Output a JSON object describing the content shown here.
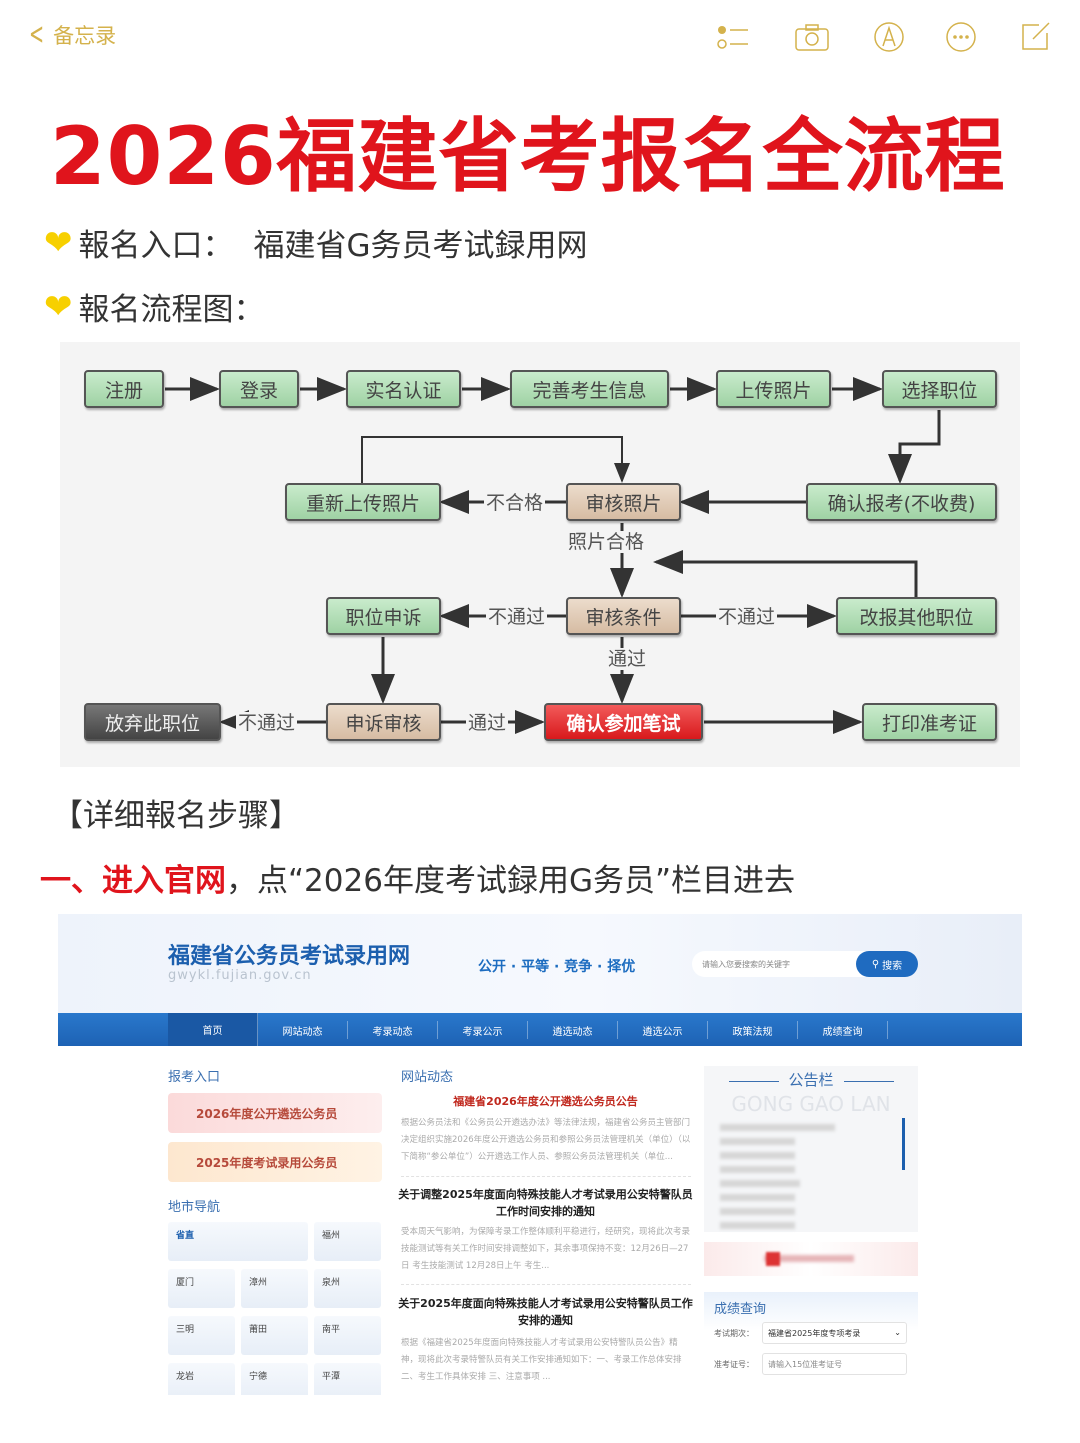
{
  "topbar": {
    "back_label": "备忘录",
    "icons": [
      "checklist-icon",
      "camera-icon",
      "markup-pen-icon",
      "more-icon",
      "compose-icon"
    ]
  },
  "colors": {
    "accent": "#d4b24c",
    "title_red": "#e0141c",
    "heart": "#f7d000"
  },
  "title": "2026福建省考报名全流程",
  "entry": {
    "icon": "yellow-heart",
    "label": "報名入口：",
    "value": "福建省G务员考试録用网"
  },
  "flow_heading": {
    "icon": "yellow-heart",
    "label": "報名流程图："
  },
  "flowchart": {
    "row1": [
      "注册",
      "登录",
      "实名认证",
      "完善考生信息",
      "上传照片",
      "选择职位"
    ],
    "reupload": "重新上传照片",
    "review_photo": "审核照片",
    "confirm_apply": "确认报考(不收费)",
    "appeal": "职位申诉",
    "review_cond": "审核条件",
    "change_position": "改报其他职位",
    "give_up": "放弃此职位",
    "appeal_review": "申诉审核",
    "confirm_exam": "确认参加笔试",
    "print_ticket": "打印准考证",
    "labels": {
      "fail": "不合格",
      "photo_ok": "照片合格",
      "not_pass": "不通过",
      "pass": "通过"
    }
  },
  "detail_heading": "【详细報名步骤】",
  "step1": {
    "num": "一、",
    "red": "进入官网",
    "rest": "，点“2026年度考试録用G务员”栏目进去"
  },
  "site": {
    "logo": "福建省公务员考试录用网",
    "url": "gwykl.fujian.gov.cn",
    "slogan": "公开 · 平等 · 竞争 · 择优",
    "search_placeholder": "请输入您要搜索的关键字",
    "search_btn": "搜索",
    "nav": [
      "首页",
      "网站动态",
      "考录动态",
      "考录公示",
      "遴选动态",
      "遴选公示",
      "政策法规",
      "成绩查询"
    ],
    "entry_title": "报考入口",
    "cards": [
      "2026年度公开遴选公务员",
      "2025年度考试录用公务员"
    ],
    "city_title": "地市导航",
    "cities": [
      "省直",
      "福州",
      "厦门",
      "漳州",
      "泉州",
      "三明",
      "莆田",
      "南平",
      "龙岩",
      "宁德",
      "平潭"
    ],
    "news_title": "网站动态",
    "news": [
      {
        "title": "福建省2026年度公开遴选公务员公告",
        "body": "根据公务员法和《公务员公开遴选办法》等法律法规，福建省公务员主管部门决定组织实施2026年度公开遴选公务员和参照公务员法管理机关（单位）（以下简称“参公单位”）公开遴选工作人员、参照公务员法管理机关（单位..."
      },
      {
        "title": "关于调整2025年度面向特殊技能人才考试录用公安特警队员工作时间安排的通知",
        "body": "受本周天气影响，为保障考录工作整体顺利平稳进行，经研究，现将此次考录技能测试等有关工作时间安排调整如下，其余事项保持不变：12月26日—27日 考生技能测试 12月28日上午 考生..."
      },
      {
        "title": "关于2025年度面向特殊技能人才考试录用公安特警队员工作安排的通知",
        "body": "根据《福建省2025年度面向特殊技能人才考试录用公安特警队员公告》精神，现将此次考录特警队员有关工作安排通知如下：一、考录工作总体安排 二、考生工作具体安排 三、注意事项 ..."
      }
    ],
    "board_title": "公告栏",
    "board_sub": "GONG GAO LAN",
    "score": {
      "title": "成绩查询",
      "exam_label": "考试期次：",
      "exam_value": "福建省2025年度专项考录",
      "ticket_label": "准考证号：",
      "ticket_placeholder": "请输入15位准考证号"
    }
  }
}
